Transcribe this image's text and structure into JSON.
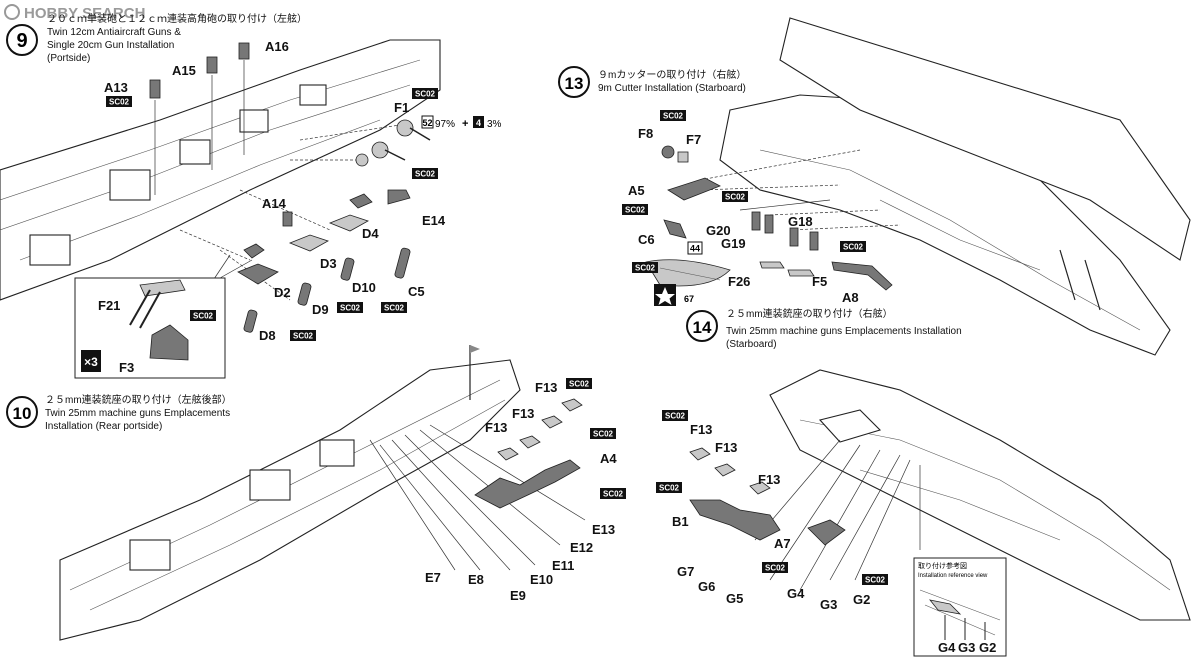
{
  "watermark": "HOBBY SEARCH",
  "paint_code": "SC02",
  "steps": [
    {
      "number": "9",
      "title_jp": "２０ｃｍ単装砲と１２ｃｍ連装高角砲の取り付け（左舷）",
      "title_en_1": "Twin 12cm Antiaircraft Guns &",
      "title_en_2": "Single 20cm Gun Installation",
      "title_en_3": "(Portside)"
    },
    {
      "number": "10",
      "title_jp": "２５mm連装銃座の取り付け（左舷後部）",
      "title_en_1": "Twin 25mm machine guns Emplacements",
      "title_en_2": "Installation (Rear portside)",
      "title_en_3": ""
    },
    {
      "number": "13",
      "title_jp": "９mカッターの取り付け（右舷）",
      "title_en_1": "9m Cutter Installation (Starboard)",
      "title_en_2": "",
      "title_en_3": ""
    },
    {
      "number": "14",
      "title_jp": "２５mm連装銃座の取り付け（右舷）",
      "title_en_1": "Twin 25mm machine guns Emplacements Installation",
      "title_en_2": "(Starboard)",
      "title_en_3": ""
    }
  ],
  "color_mix": {
    "code_a": "52",
    "pct_a": "97%",
    "plus": "+",
    "code_b": "4",
    "pct_b": "3%"
  },
  "multiplier": "×3",
  "badge_44": "44",
  "badge_67": "67",
  "reference": {
    "title_jp": "取り付け参考図",
    "title_en": "Installation reference view"
  },
  "parts": {
    "step9": [
      "A13",
      "A15",
      "A16",
      "F1",
      "E14",
      "A14",
      "D4",
      "D3",
      "C5",
      "D2",
      "D9",
      "D10",
      "D8",
      "F21",
      "F3"
    ],
    "step10": [
      "F13",
      "F13",
      "F13",
      "A4",
      "E13",
      "E12",
      "E11",
      "E10",
      "E9",
      "E8",
      "E7"
    ],
    "step13": [
      "F8",
      "F7",
      "A5",
      "C6",
      "G20",
      "G18",
      "G19",
      "F26",
      "F5",
      "A8"
    ],
    "step14": [
      "F13",
      "F13",
      "F13",
      "B1",
      "A7",
      "G7",
      "G6",
      "G5",
      "G4",
      "G3",
      "G2"
    ],
    "ref": [
      "G4",
      "G3",
      "G2"
    ]
  }
}
